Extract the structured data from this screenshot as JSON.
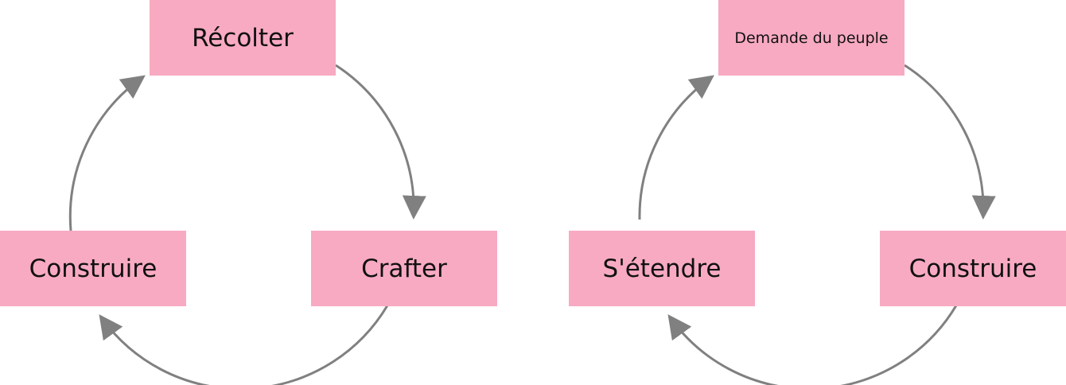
{
  "diagrams": [
    {
      "nodes": [
        {
          "label": "Récolter"
        },
        {
          "label": "Crafter"
        },
        {
          "label": "Construire"
        }
      ]
    },
    {
      "nodes": [
        {
          "label": "Demande du peuple"
        },
        {
          "label": "Construire"
        },
        {
          "label": "S'étendre"
        }
      ]
    }
  ],
  "colors": {
    "node_fill": "#f8aac2",
    "arrow": "#808080",
    "text": "#111111"
  }
}
